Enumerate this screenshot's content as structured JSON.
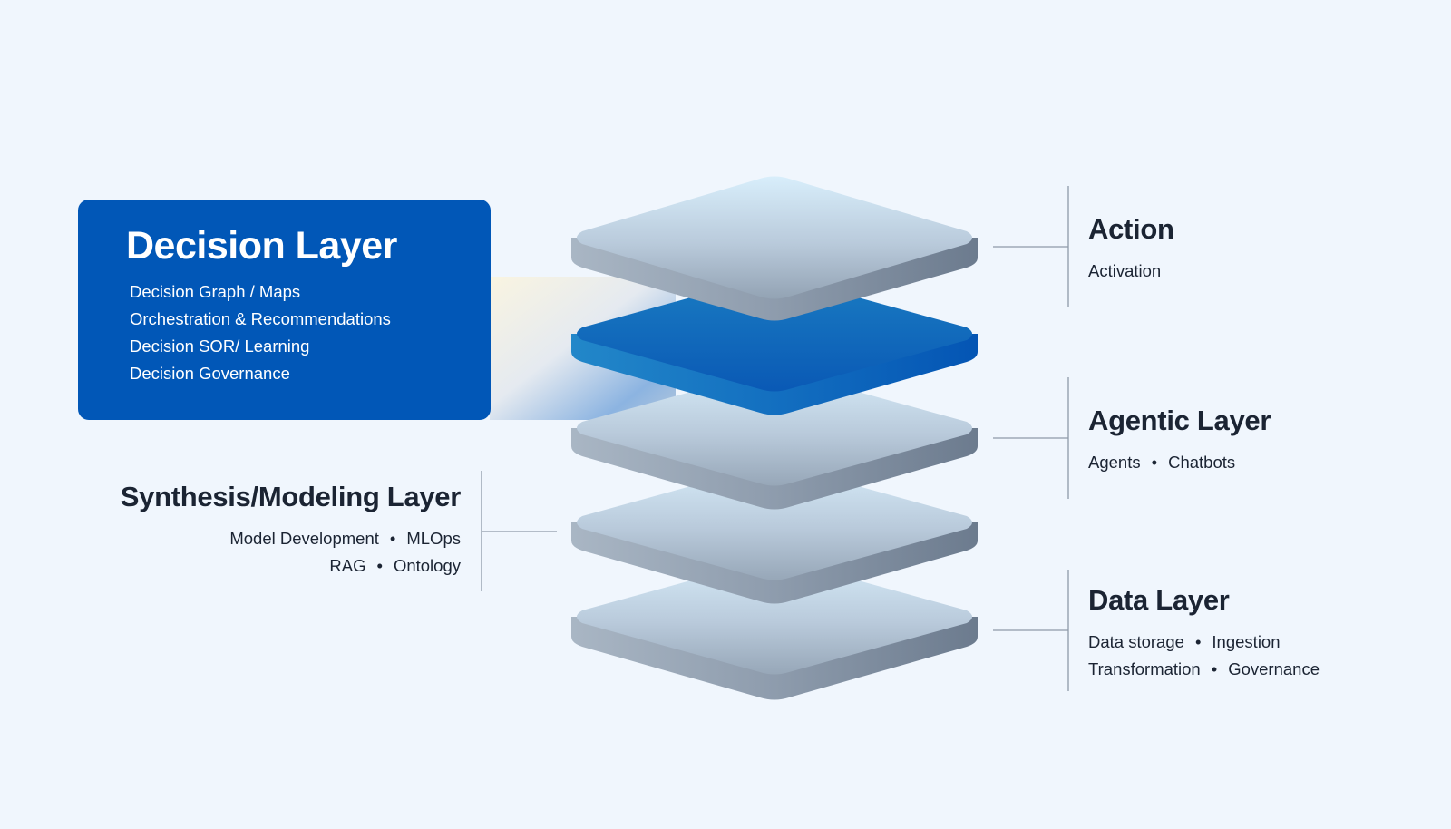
{
  "decision_layer": {
    "title": "Decision Layer",
    "items": [
      "Decision Graph / Maps",
      "Orchestration & Recommendations",
      "Decision SOR/ Learning",
      "Decision Governance"
    ]
  },
  "action_layer": {
    "title": "Action",
    "line1": "Activation"
  },
  "agentic_layer": {
    "title": "Agentic Layer",
    "line1": {
      "a": "Agents",
      "sep": "•",
      "b": "Chatbots"
    }
  },
  "synthesis_layer": {
    "title": "Synthesis/Modeling Layer",
    "line1": {
      "a": "Model Development",
      "sep": "•",
      "b": "MLOps"
    },
    "line2": {
      "a": "RAG",
      "sep": "•",
      "b": "Ontology"
    }
  },
  "data_layer": {
    "title": "Data Layer",
    "line1": {
      "a": "Data storage",
      "sep": "•",
      "b": "Ingestion"
    },
    "line2": {
      "a": "Transformation",
      "sep": "•",
      "b": "Governance"
    }
  },
  "colors": {
    "background": "#f0f6fd",
    "accent_blue": "#0157b7",
    "slab_gray_top": "#c7d7e5",
    "connector": "#8896a6"
  }
}
